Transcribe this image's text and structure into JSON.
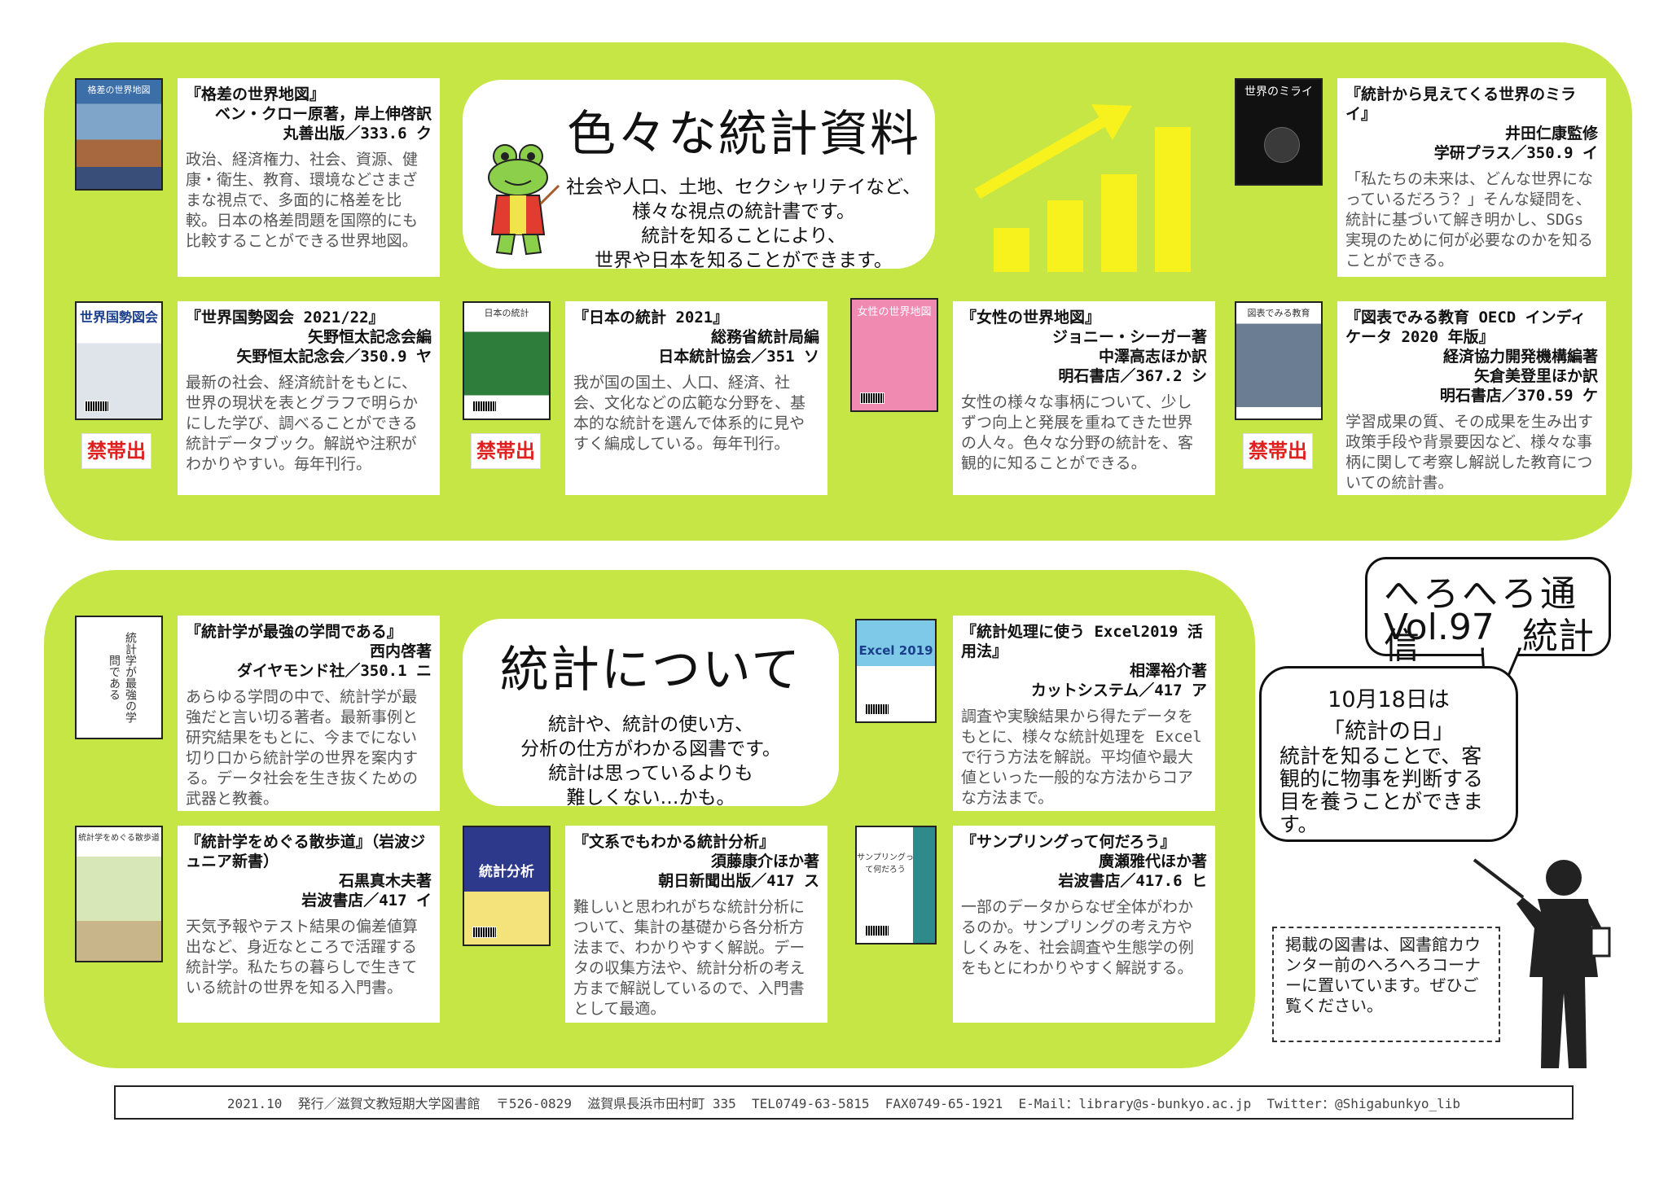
{
  "heading_top": {
    "title": "色々な統計資料",
    "lines": [
      "社会や人口、土地、セクシャリテイなど、",
      "様々な視点の統計書です。",
      "統計を知ることにより、",
      "世界や日本を知ることができます。"
    ]
  },
  "heading_bottom": {
    "title": "統計について",
    "lines": [
      "統計や、統計の使い方、",
      "分析の仕方がわかる図書です。",
      "統計は思っているよりも",
      "難しくない…かも。"
    ]
  },
  "badge_label": "禁帯出",
  "books": [
    {
      "title": "『格差の世界地図』",
      "lines": [
        "ベン・クロー原著，岸上伸啓訳",
        "丸善出版／333.6 ク"
      ],
      "desc": "政治、経済権力、社会、資源、健康・衛生、教育、環境などさまざまな視点で、多面的に格差を比較。日本の格差問題を国際的にも比較することができる世界地図。",
      "cover": "格差の世界地図"
    },
    {
      "title": "『統計から見えてくる世界のミライ』",
      "lines": [
        "井田仁康監修",
        "学研プラス／350.9 イ"
      ],
      "desc": "「私たちの未来は、どんな世界になっているだろう？」そんな疑問を、統計に基づいて解き明かし、SDGs 実現のために何が必要なのかを知ることができる。",
      "cover": "世界のミライ"
    },
    {
      "title": "『世界国勢図会 2021/22』",
      "lines": [
        "矢野恒太記念会編",
        "矢野恒太記念会／350.9 ヤ"
      ],
      "desc": "最新の社会、経済統計をもとに、世界の現状を表とグラフで明らかにした学び、調べることができる統計データブック。解説や注釈がわかりやすい。毎年刊行。",
      "cover": "世界国勢図会"
    },
    {
      "title": "『日本の統計 2021』",
      "lines": [
        "総務省統計局編",
        "日本統計協会／351 ソ"
      ],
      "desc": "我が国の国土、人口、経済、社会、文化などの広範な分野を、基本的な統計を選んで体系的に見やすく編成している。毎年刊行。",
      "cover": "日本の統計"
    },
    {
      "title": "『女性の世界地図』",
      "lines": [
        "ジョニー・シーガー著",
        "中澤高志ほか訳",
        "明石書店／367.2 シ"
      ],
      "desc": "女性の様々な事柄について、少しずつ向上と発展を重ねてきた世界の人々。色々な分野の統計を、客観的に知ることができる。",
      "cover": "女性の世界地図"
    },
    {
      "title": "『図表でみる教育 OECD インディケータ 2020 年版』",
      "lines": [
        "経済協力開発機構編著",
        "矢倉美登里ほか訳",
        "明石書店／370.59 ケ"
      ],
      "desc": "学習成果の質、その成果を生み出す政策手段や背景要因など、様々な事柄に関して考察し解説した教育についての統計書。",
      "cover": "図表でみる教育"
    },
    {
      "title": "『統計学が最強の学問である』",
      "lines": [
        "西内啓著",
        "ダイヤモンド社／350.1 ニ"
      ],
      "desc": "あらゆる学問の中で、統計学が最強だと言い切る著者。最新事例と研究結果をもとに、今までにない切り口から統計学の世界を案内する。データ社会を生き抜くための武器と教養。",
      "cover": "統計学が最強の学問である"
    },
    {
      "title": "『統計処理に使う Excel2019 活用法』",
      "lines": [
        "相澤裕介著",
        "カットシステム／417 ア"
      ],
      "desc": "調査や実験結果から得たデータをもとに、様々な統計処理を Excel で行う方法を解説。平均値や最大値といった一般的な方法からコアな方法まで。",
      "cover": "Excel 2019"
    },
    {
      "title": "『統計学をめぐる散歩道』（岩波ジュニア新書）",
      "lines": [
        "石黒真木夫著",
        "岩波書店／417 イ"
      ],
      "desc": "天気予報やテスト結果の偏差値算出など、身近なところで活躍する統計学。私たちの暮らしで生きている統計の世界を知る入門書。",
      "cover": "統計学をめぐる散歩道"
    },
    {
      "title": "『文系でもわかる統計分析』",
      "lines": [
        "須藤康介ほか著",
        "朝日新聞出版／417 ス"
      ],
      "desc": "難しいと思われがちな統計分析について、集計の基礎から各分析方法まで、わかりやすく解説。データの収集方法や、統計分析の考え方まで解説しているので、入門書として最適。",
      "cover": "統計分析"
    },
    {
      "title": "『サンプリングって何だろう』",
      "lines": [
        "廣瀬雅代ほか著",
        "岩波書店／417.6 ヒ"
      ],
      "desc": "一部のデータからなぜ全体がわかるのか。サンプリングの考え方やしくみを、社会調査や生態学の例をもとにわかりやすく解説する。",
      "cover": "サンプリングって何だろう"
    }
  ],
  "newsletter": {
    "name": "へろへろ通信",
    "issue": "Vol.97",
    "topic": "統計"
  },
  "speech": {
    "date": "10月18日は",
    "day": "「統計の日」",
    "text": "統計を知ることで、客観的に物事を判断する目を養うことができます。"
  },
  "notice": "掲載の図書は、図書館カウンター前のへろへろコーナーに置いています。ぜひご覧ください。",
  "footer": "2021.10  発行／滋賀文教短期大学図書館  〒526-0829  滋賀県長浜市田村町 335  TEL0749-63-5815  FAX0749-65-1921  E-Mail：library@s-bunkyo.ac.jp  Twitter：@Shigabunkyo_lib",
  "colors": {
    "panel": "#c5e645",
    "badge": "#e0201e",
    "arrow": "#f7f21e"
  },
  "icons": [
    "frog-mascot-icon",
    "growth-arrow-icon",
    "presenter-silhouette-icon"
  ]
}
